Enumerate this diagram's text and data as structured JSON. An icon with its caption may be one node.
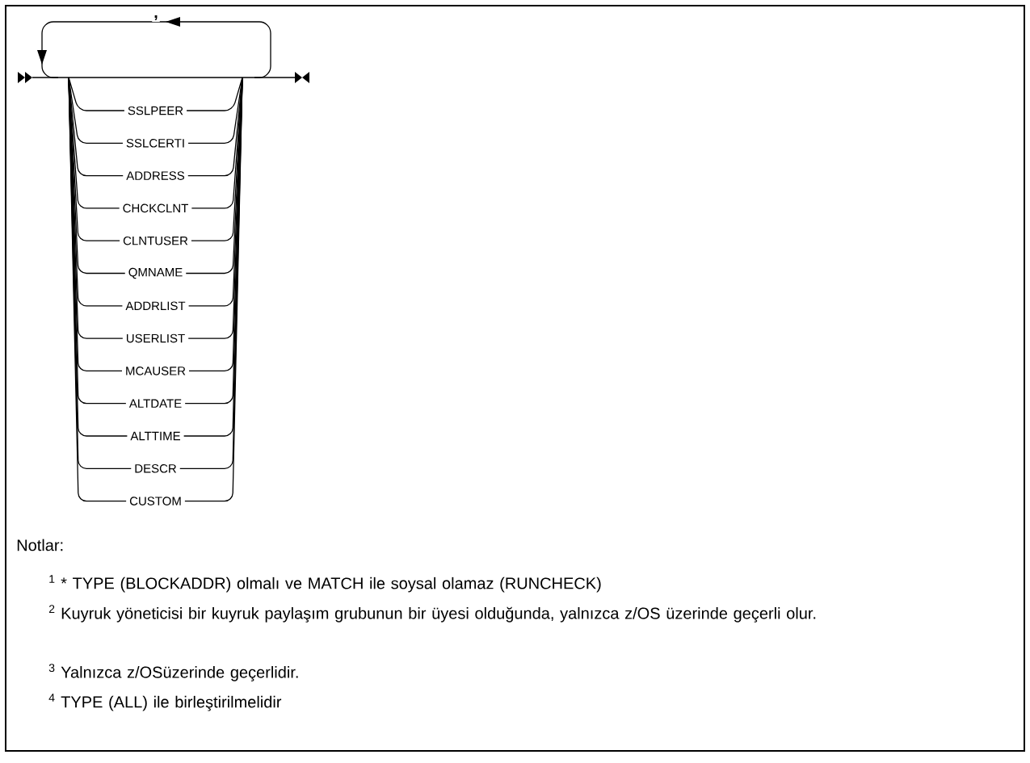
{
  "diagram": {
    "nodes": [
      {
        "text": [
          "SSLPEER"
        ]
      },
      {
        "text": [
          "SSLCERTI"
        ]
      },
      {
        "text": [
          "ADDRESS"
        ]
      },
      {
        "text": [
          "CHCKCLNT"
        ]
      },
      {
        "text": [
          "CLNTUSER"
        ]
      },
      {
        "text": [
          "QMNAME"
        ]
      },
      {
        "text": [
          "ADDRLIST"
        ]
      },
      {
        "text": [
          "USERLIST"
        ]
      },
      {
        "text": [
          "MCAUSER"
        ]
      },
      {
        "text": [
          "ALTDATE"
        ]
      },
      {
        "text": [
          "ALTTIME"
        ]
      },
      {
        "text": [
          "DESCR"
        ]
      },
      {
        "text": [
          "CUSTOM"
        ]
      }
    ],
    "labels": [
      ",",
      "Notlar:",
      "$^{1}$ * TYPE (BLOCKADDR) olmalı ve MATCH ile soysal olamaz (RUNCHECK)",
      "$^{2}$ Kuyruk yöneticisi bir kuyruk paylaşım grubunun bir üyesi olduğunda, yalnızca z/OS üzerinde geçerli olur.",
      "$^{3}$ Yalnızca z/OSüzerinde geçerlidir.",
      "$^{4}$ TYPE (ALL) ile birleştirilmelidir"
    ]
  }
}
